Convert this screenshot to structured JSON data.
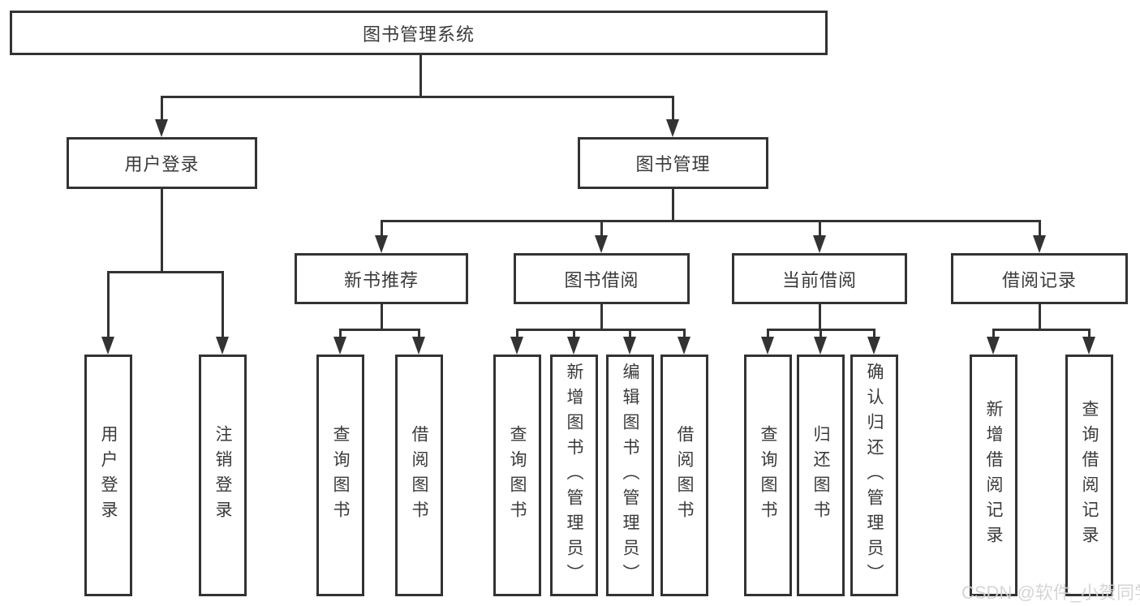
{
  "diagram": {
    "root": "图书管理系统",
    "level2": {
      "user_login": "用户登录",
      "book_management": "图书管理"
    },
    "level3": {
      "new_book_recommend": "新书推荐",
      "book_borrow": "图书借阅",
      "current_borrow": "当前借阅",
      "borrow_records": "借阅记录"
    },
    "leaves": [
      "用户登录",
      "注销登录",
      "查询图书",
      "借阅图书",
      "查询图书",
      "新增图书（管理员）",
      "编辑图书（管理员）",
      "借阅图书",
      "查询图书",
      "归还图书",
      "确认归还（管理员）",
      "新增借阅记录",
      "查询借阅记录"
    ]
  },
  "watermark": "CSDN @软件_小贺同学",
  "colors": {
    "line": "#333333",
    "text": "#3a3a3a",
    "watermark": "#d3d3d3",
    "background": "#ffffff"
  }
}
